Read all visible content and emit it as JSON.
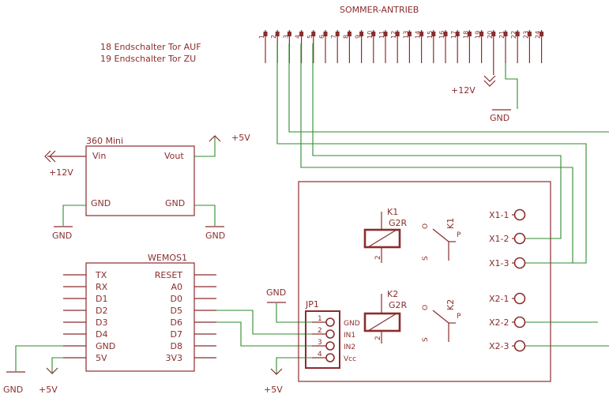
{
  "connector_title": "SOMMER-ANTRIEB",
  "connector_pins": [
    "1",
    "2",
    "3",
    "4",
    "5",
    "6",
    "7",
    "8",
    "9",
    "10",
    "11",
    "12",
    "13",
    "14",
    "15",
    "16",
    "17",
    "18",
    "19",
    "20",
    "21",
    "22",
    "23",
    "24"
  ],
  "notes": [
    "18 Endschalter Tor AUF",
    "19 Endschalter Tor ZU"
  ],
  "supplies": {
    "plus12": "+12V",
    "plus5": "+5V",
    "gnd": "GND"
  },
  "converter": {
    "name": "360 Mini",
    "vin": "Vin",
    "vout": "Vout",
    "gnd_left": "GND",
    "gnd_right": "GND"
  },
  "wemos": {
    "name": "WEMOS1",
    "left_pins": [
      "TX",
      "RX",
      "D1",
      "D2",
      "D3",
      "D4",
      "GND",
      "5V"
    ],
    "right_pins": [
      "RESET",
      "A0",
      "D0",
      "D5",
      "D6",
      "D7",
      "D8",
      "3V3"
    ]
  },
  "header": {
    "name": "JP1",
    "pin_numbers": [
      "1",
      "2",
      "3",
      "4"
    ],
    "pin_labels": [
      "GND",
      "IN1",
      "IN2",
      "Vcc"
    ]
  },
  "relays": [
    {
      "name": "K1",
      "model": "G2R",
      "contact_o": "O",
      "contact_p": "P",
      "contact_s": "S",
      "coil_pin": "2"
    },
    {
      "name": "K2",
      "model": "G2R",
      "contact_o": "O",
      "contact_p": "P",
      "contact_s": "S",
      "coil_pin": "2"
    }
  ],
  "terminals": [
    "X1-1",
    "X1-2",
    "X1-3",
    "X2-1",
    "X2-2",
    "X2-3"
  ],
  "colors": {
    "parts": "#8b2d2d",
    "wires": "#2e8b2e"
  }
}
